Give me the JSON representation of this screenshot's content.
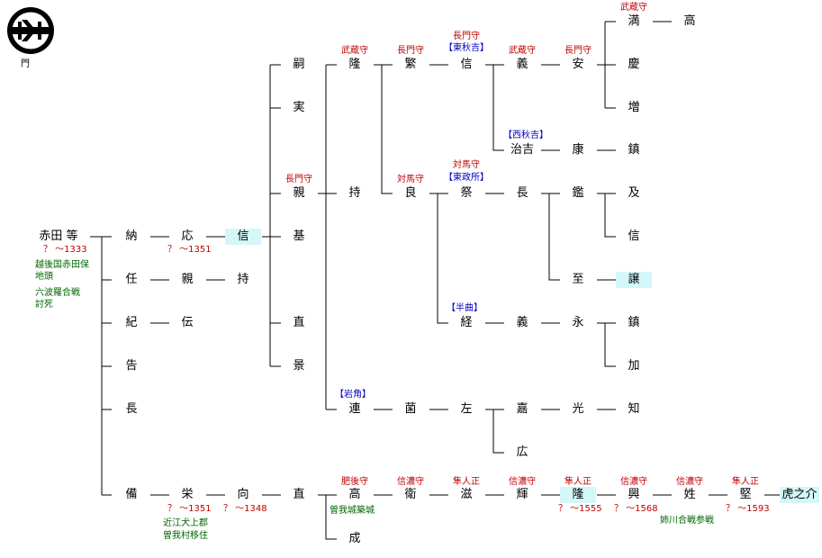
{
  "crest": {
    "label": "門",
    "icon": "family-crest-icon"
  },
  "colors": {
    "title": "#c00000",
    "title_blue": "#0000c0",
    "note_green": "#006600",
    "highlight": "#d4f7f9"
  },
  "nodes": {
    "tou": "赤田 等",
    "nou": "納",
    "nin": "任",
    "ki": "紀",
    "koku": "告",
    "chou": "長",
    "bi": "備",
    "ou": "応",
    "shin1": "信",
    "shin_chika": "親",
    "ji1": "持",
    "den": "伝",
    "ei_sakae": "栄",
    "kou_mukau": "向",
    "choku1": "直",
    "shi_tsugu": "嗣",
    "jitsu": "実",
    "shin_chika2": "親",
    "ki_moto": "基",
    "choku2": "直",
    "kei": "景",
    "ryuu1": "隆",
    "ji2": "持",
    "ren": "連",
    "kou_taka": "高",
    "sei_naru": "成",
    "han": "繁",
    "ryou": "良",
    "shin2": "信",
    "harukichi": "治吉",
    "sai": "祭",
    "kei_tsune": "経",
    "gi1": "義",
    "chou2": "長",
    "gi2": "義",
    "an": "安",
    "kou_yasu": "康",
    "kan": "鑑",
    "shi_itaru": "至",
    "ei_naga": "永",
    "man": "満",
    "kou_taka2": "高",
    "kei_yoshi": "慶",
    "zou": "増",
    "chin1": "鎮",
    "kyuu": "及",
    "shin3": "信",
    "jou": "譲",
    "chin2": "鎮",
    "ka": "加",
    "kin": "菌",
    "sa": "左",
    "ka_yoshi": "嘉",
    "kou_hikari": "光",
    "chi": "知",
    "kou_hiro": "広",
    "ei_mamoru": "衛",
    "ji_shigeru": "滋",
    "ki_teru": "輝",
    "ryuu2": "隆",
    "kou_oki": "興",
    "sei_kane": "姓",
    "ken": "堅",
    "toranosuke": "虎之介"
  },
  "titles": {
    "ryuu1": "武蔵守",
    "han": "長門守",
    "shin2_a": "長門守",
    "shin2_b": "【東秋吉】",
    "gi1": "武蔵守",
    "an": "長門守",
    "man": "武蔵守",
    "harukichi": "【西秋吉】",
    "shin_chika2": "長門守",
    "ryou": "対馬守",
    "sai_a": "対馬守",
    "sai_b": "【東政所】",
    "kei_tsune": "【半曲】",
    "ren": "【岩角】",
    "kou_taka": "肥後守",
    "ei_mamoru": "信濃守",
    "ji_shigeru": "隼人正",
    "ki_teru": "信濃守",
    "ryuu2": "隼人正",
    "kou_oki": "信濃守",
    "sei_kane": "信濃守",
    "ken": "隼人正"
  },
  "notes": {
    "tou_dates": "？ 〜1333",
    "tou_bio1": "越後国赤田保",
    "tou_bio2": "地頭",
    "tou_bio3": "六波羅合戦",
    "tou_bio4": "討死",
    "ou_dates": "？ 〜1351",
    "ei_dates": "？ 〜1351",
    "kou_dates": "？ 〜1348",
    "ei_bio1": "近江犬上郡",
    "ei_bio2": "曽我村移住",
    "kou_taka_bio": "曽我城築城",
    "ryuu2_dates": "？ 〜1555",
    "kou_oki_dates": "？ 〜1568",
    "sei_bio": "姉川合戦参戦",
    "ken_dates": "？ 〜1593"
  }
}
